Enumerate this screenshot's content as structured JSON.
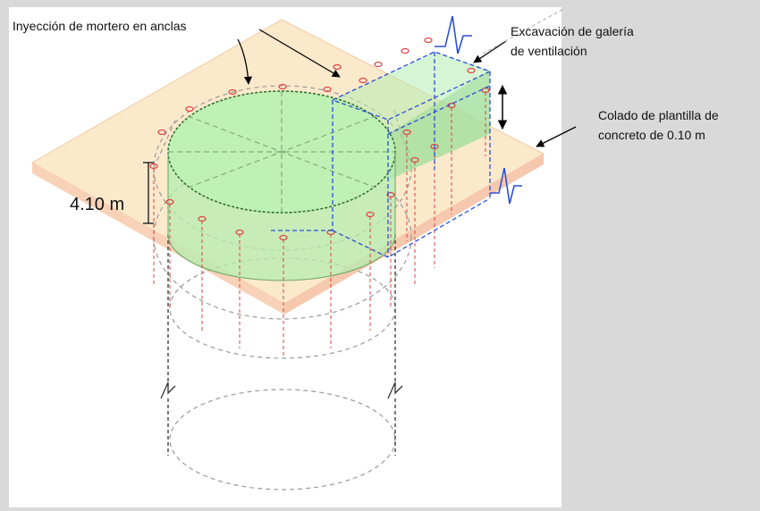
{
  "labels": {
    "grout_anchors": "Inyección de mortero en anclas",
    "gallery_line1": "Excavación de galería",
    "gallery_line2": "de ventilación",
    "slab_line1": "Colado de plantilla de",
    "slab_line2": "concreto de 0.10 m",
    "depth": "4.10 m"
  },
  "colors": {
    "background": "#d9d9d9",
    "panel": "#ffffff",
    "slab_fill": "#fbe9cc",
    "excavation_fill": "#b5ecb0",
    "anchor_lines": "#e04040",
    "gallery_outline": "#2b4fd8",
    "future_shaft": "#9a9a9a",
    "shaft_edge": "#333333"
  },
  "icons": [
    "break-mark-icon",
    "leader-arrow-icon",
    "dimension-arrow-icon"
  ]
}
